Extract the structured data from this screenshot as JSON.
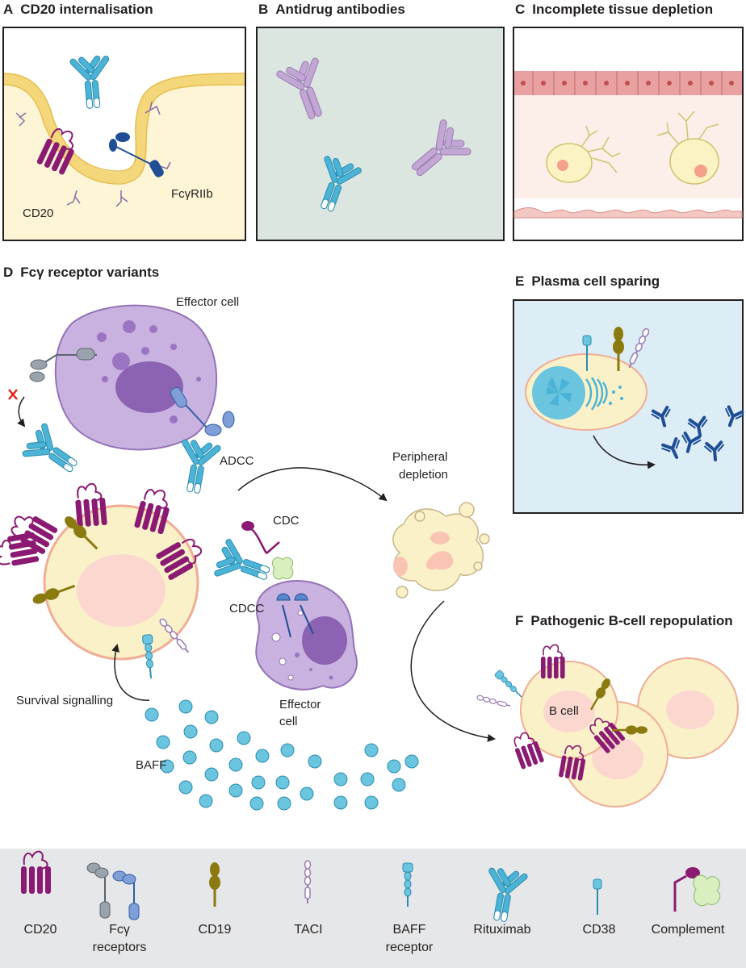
{
  "panels": {
    "A": {
      "letter": "A",
      "title": "CD20 internalisation",
      "labels": {
        "cd20": "CD20",
        "fcgr": "FcγRIIb"
      }
    },
    "B": {
      "letter": "B",
      "title": "Antidrug antibodies"
    },
    "C": {
      "letter": "C",
      "title": "Incomplete tissue depletion"
    },
    "D": {
      "letter": "D",
      "title": "Fcγ receptor variants",
      "labels": {
        "effector_top": "Effector cell",
        "adcc": "ADCC",
        "cdc": "CDC",
        "cdcc": "CDCC",
        "effector_bottom_1": "Effector",
        "effector_bottom_2": "cell",
        "peripheral_1": "Peripheral",
        "peripheral_2": "depletion",
        "survival": "Survival signalling",
        "baff": "BAFF"
      }
    },
    "E": {
      "letter": "E",
      "title": "Plasma cell sparing"
    },
    "F": {
      "letter": "F",
      "title": "Pathogenic B-cell repopulation",
      "labels": {
        "bcell": "B cell"
      }
    }
  },
  "legend": {
    "items": [
      {
        "line1": "CD20",
        "line2": ""
      },
      {
        "line1": "Fcγ",
        "line2": "receptors"
      },
      {
        "line1": "CD19",
        "line2": ""
      },
      {
        "line1": "TACI",
        "line2": ""
      },
      {
        "line1": "BAFF",
        "line2": "receptor"
      },
      {
        "line1": "Rituximab",
        "line2": ""
      },
      {
        "line1": "CD38",
        "line2": ""
      },
      {
        "line1": "Complement",
        "line2": ""
      }
    ]
  },
  "colors": {
    "cd20": "#8b1a72",
    "rituximab": "#4bb4d6",
    "antidrug": "#c2a7d4",
    "fcgr": "#2f5fa8",
    "cd19": "#8a7a10",
    "taci": "#b9a1cf",
    "baff": "#6cc5df",
    "membrane": "#f3d77a",
    "cell": "#fbf1c9",
    "effector": "#b69ad2",
    "plasma_bg": "#dcedf5",
    "panelB_bg": "#dbe6e0",
    "legend_bg": "#e6e7e8"
  }
}
